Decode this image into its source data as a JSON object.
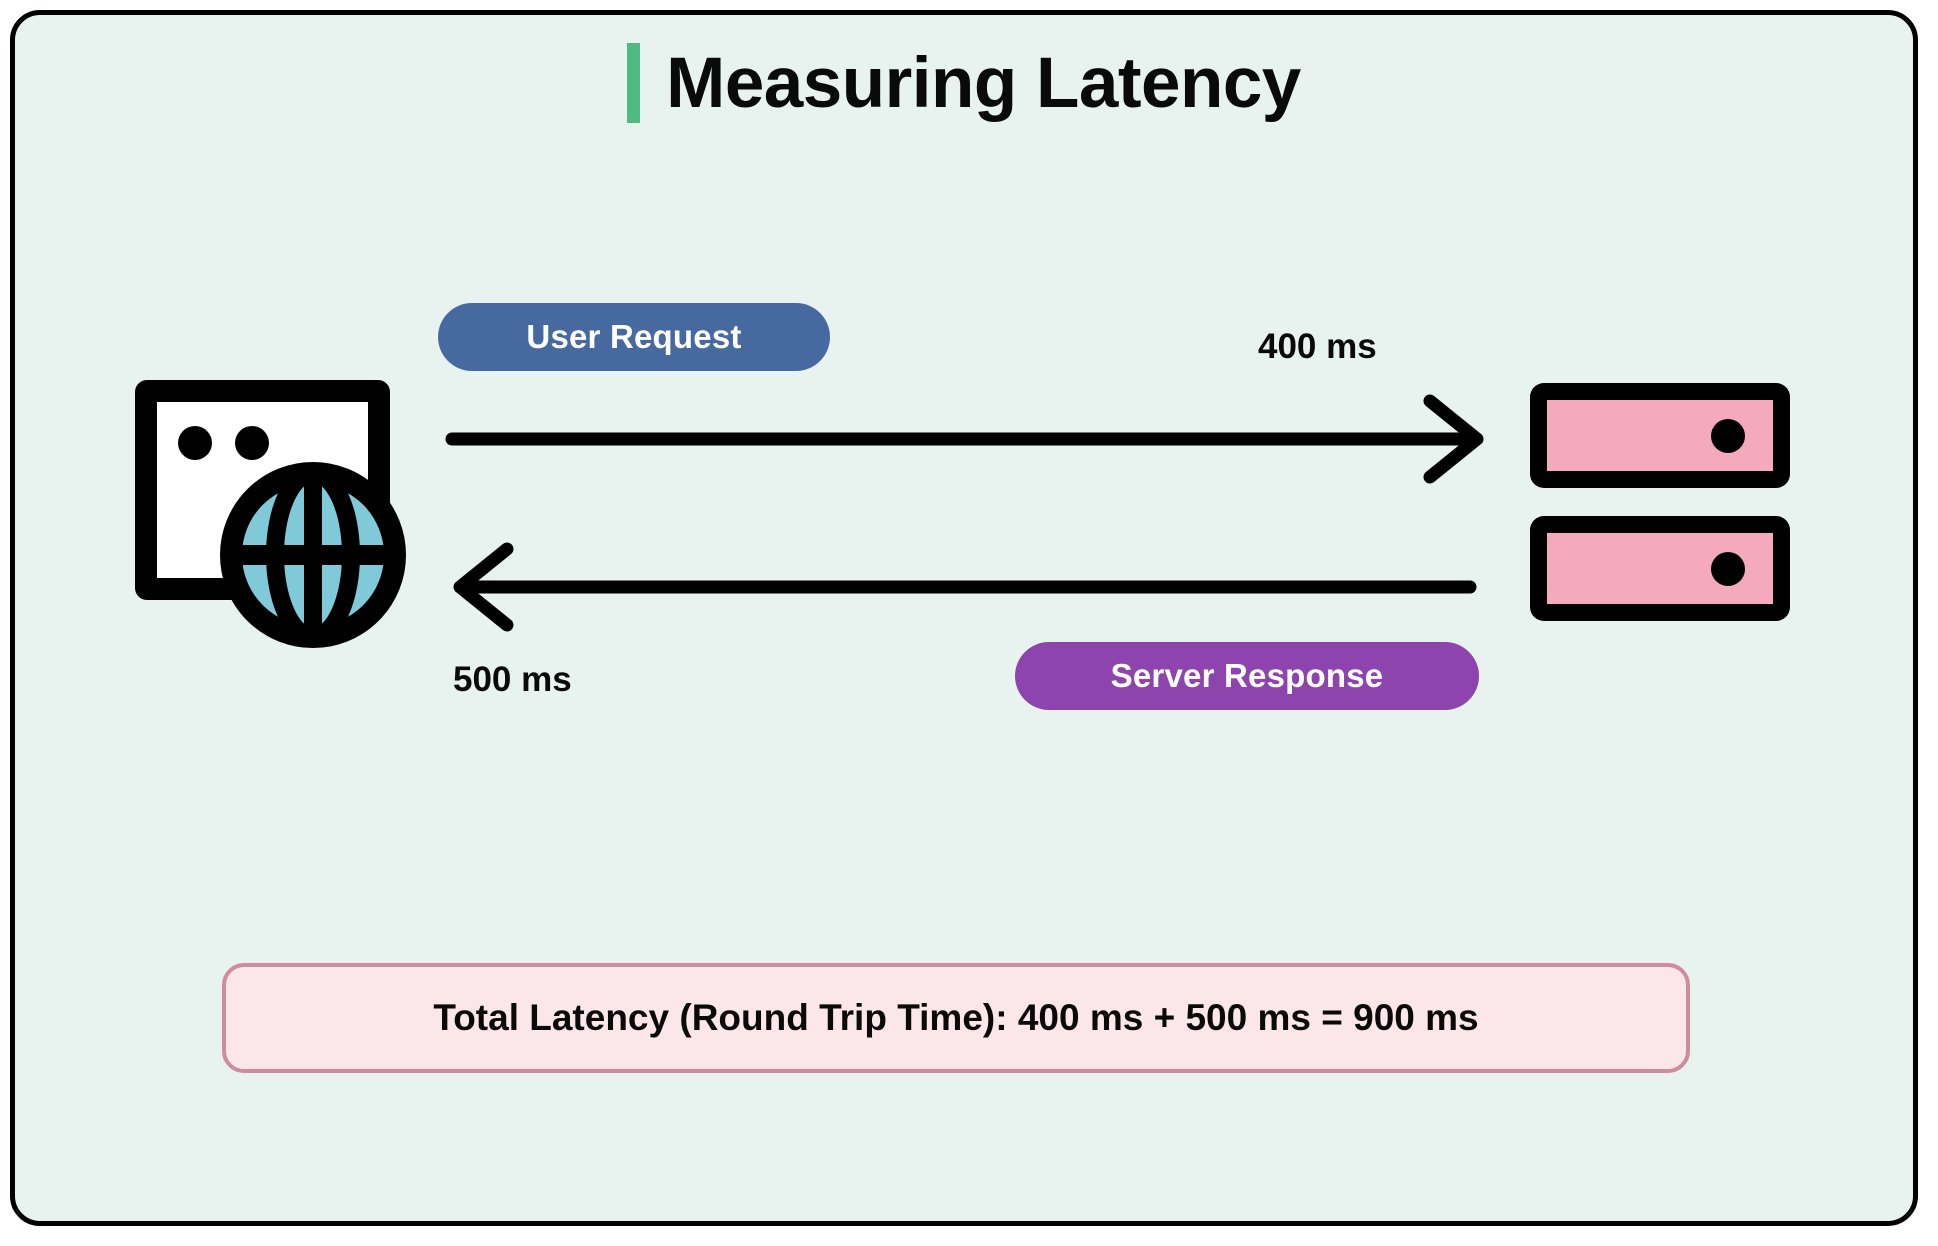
{
  "canvas": {
    "background_color": "#E8F2EE",
    "border_color": "#000000"
  },
  "header": {
    "title": "Measuring Latency",
    "accent_color": "#4FBA7F"
  },
  "diagram": {
    "type": "sequence-round-trip",
    "client": {
      "icon_name": "browser-globe-icon",
      "window_fill": "#FFFFFF",
      "globe_fill": "#7FC9D8"
    },
    "server": {
      "icon_name": "server-rack-icon",
      "rack_fill": "#F4A9BC",
      "rack_count": 2
    },
    "flows": [
      {
        "label": "User Request",
        "direction": "client-to-server",
        "latency": "400 ms",
        "color": "#46699F"
      },
      {
        "label": "Server Response",
        "direction": "server-to-client",
        "latency": "500 ms",
        "color": "#8E44AD"
      }
    ],
    "summary": {
      "text": "Total Latency (Round Trip Time): 400 ms + 500 ms = 900 ms",
      "fill": "#FBE6EA",
      "border": "#CF8BA0"
    }
  }
}
